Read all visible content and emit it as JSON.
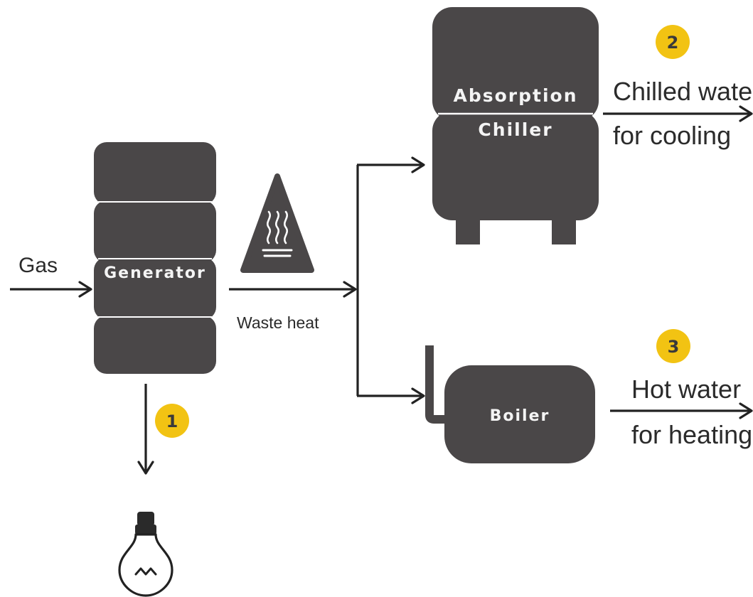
{
  "colors": {
    "block": "#4a4748",
    "line": "#222222",
    "badge": "#f2c313",
    "background": "#ffffff"
  },
  "generator": {
    "label": "Generator"
  },
  "chiller": {
    "label_line1": "Absorption",
    "label_line2": "Chiller"
  },
  "boiler": {
    "label": "Boiler"
  },
  "flows": {
    "gas": "Gas",
    "waste_heat": "Waste heat",
    "chilled_line1": "Chilled water",
    "chilled_line2": "for cooling",
    "hot_line1": "Hot water",
    "hot_line2": "for heating"
  },
  "badges": {
    "electricity": "1",
    "cooling": "2",
    "heating": "3"
  },
  "icons": {
    "heat": "heat-warning-icon",
    "electricity": "light-bulb-icon"
  }
}
